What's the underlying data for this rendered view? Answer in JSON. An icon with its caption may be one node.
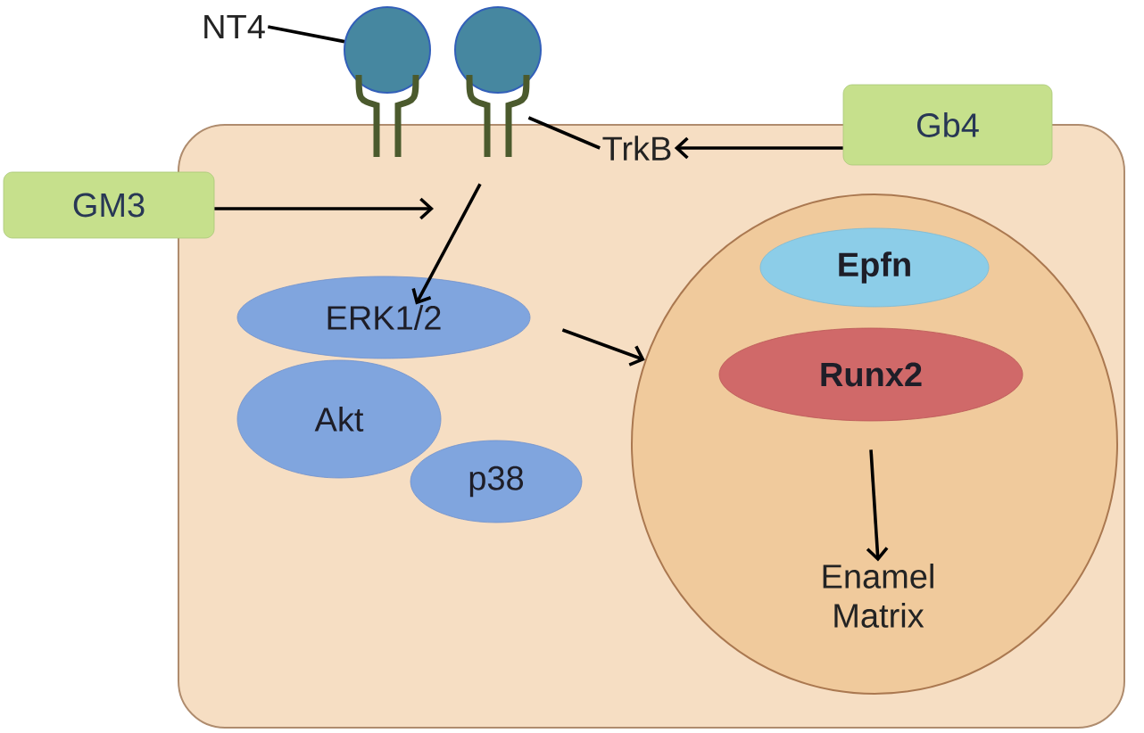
{
  "diagram": {
    "nodes": [
      {
        "text": [],
        "shape": "box"
      },
      {
        "text": [
          "GM3"
        ]
      },
      {
        "text": [
          "Gb4"
        ]
      },
      {
        "text": [
          "NT4"
        ]
      },
      {
        "text": [],
        "shape": "circle"
      },
      {
        "text": [],
        "shape": "circle"
      },
      {
        "text": [],
        "shape": "receptor"
      },
      {
        "text": [],
        "shape": "receptor"
      },
      {
        "text": [
          "TrkB"
        ],
        "in": 0
      },
      {
        "text": [
          "ERK1/2"
        ],
        "in": 0
      },
      {
        "text": [
          "Akt"
        ],
        "in": 0
      },
      {
        "text": [
          "p38"
        ],
        "in": 0
      },
      {
        "text": [],
        "shape": "circle",
        "in": 0
      },
      {
        "text": [
          "Epfn"
        ],
        "in": 12
      },
      {
        "text": [
          "Runx2"
        ],
        "in": 12
      },
      {
        "text": [
          "Enamel Matrix"
        ],
        "in": 12
      }
    ],
    "edges": [
      {
        "from": 3,
        "to": 4,
        "arrow": "none"
      },
      {
        "from": 8,
        "to": 7,
        "arrow": "none"
      },
      {
        "from": 2,
        "to": 8,
        "arrow": "to"
      },
      {
        "from": 1,
        "to": null,
        "arrow": "to"
      },
      {
        "from": 7,
        "to": 9,
        "arrow": "to"
      },
      {
        "from": 9,
        "to": 12,
        "arrow": "to"
      },
      {
        "from": 14,
        "to": 15,
        "arrow": "to"
      }
    ]
  }
}
